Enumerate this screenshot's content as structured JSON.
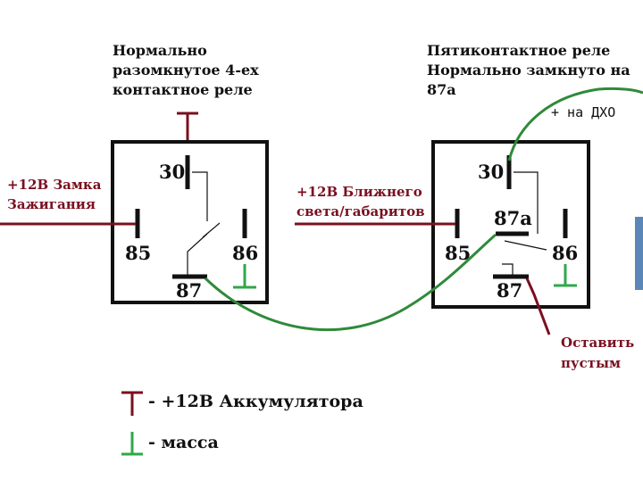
{
  "relay_left": {
    "caption_lines": [
      "Нормально",
      "разомкнутое 4-ех",
      "контактное реле"
    ],
    "pins": {
      "p30": "30",
      "p85": "85",
      "p86": "86",
      "p87": "87"
    }
  },
  "relay_right": {
    "caption_lines": [
      "Пятиконтактное реле",
      "Нормально замкнуто на",
      "87а"
    ],
    "pins": {
      "p30": "30",
      "p87a": "87а",
      "p85": "85",
      "p86": "86",
      "p87": "87"
    }
  },
  "labels": {
    "ignition_lines": [
      "+12В Замка",
      "Зажигания"
    ],
    "lowbeam_lines": [
      "+12В Ближнего",
      "света/габаритов"
    ],
    "drl": "+ на ДХО",
    "leave_empty_lines": [
      "Оставить",
      "пустым"
    ]
  },
  "legend": {
    "battery": "- +12В Аккумулятора",
    "ground": "- масса"
  },
  "colors": {
    "wire_maroon": "#7a1020",
    "wire_green": "#2f8a3a",
    "ground_symbol": "#2fa84a",
    "box": "#111111",
    "side_panel": "#5b87b8"
  }
}
